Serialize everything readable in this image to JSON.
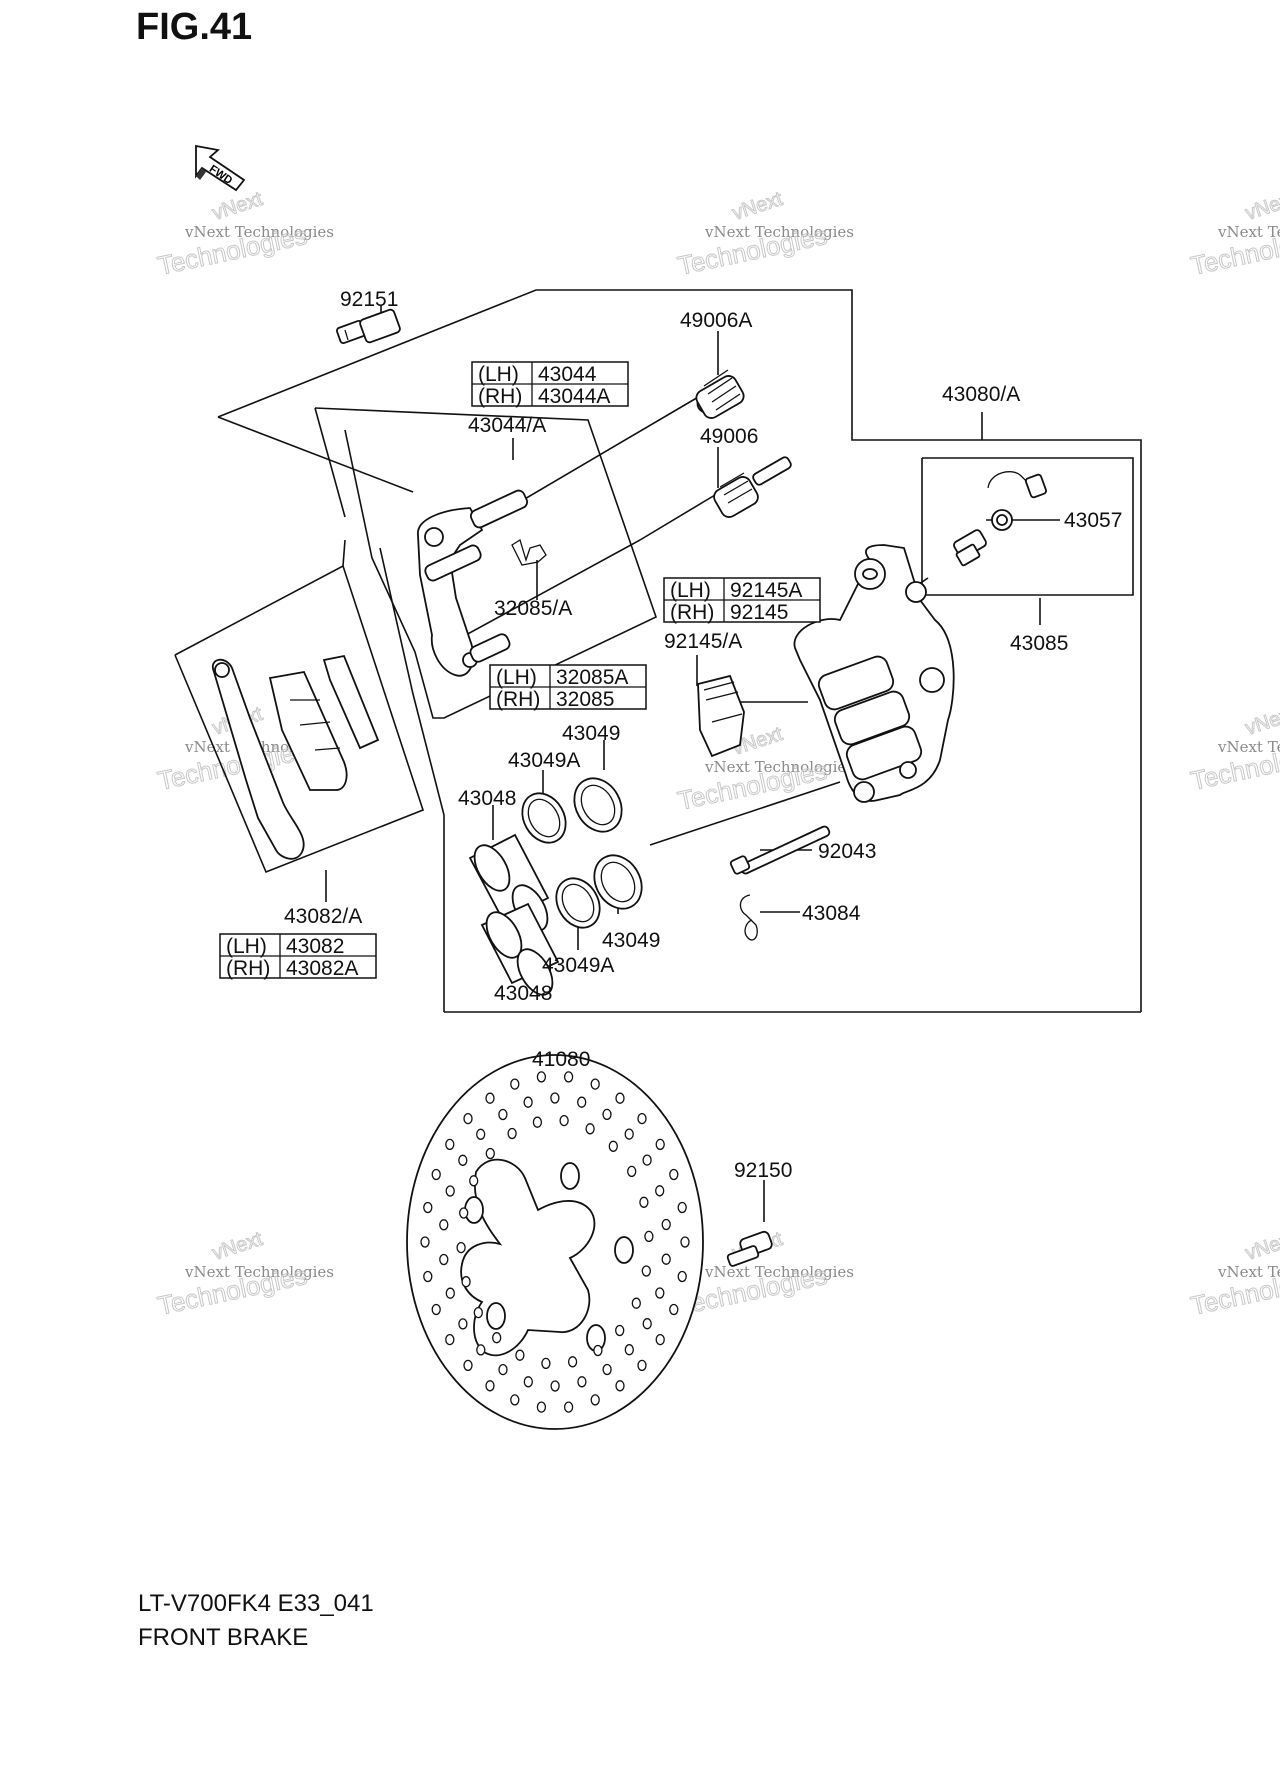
{
  "figure": {
    "title": "FIG.41",
    "model_code": "LT-V700FK4 E33_041",
    "caption": "FRONT BRAKE",
    "direction_label": "FWD"
  },
  "watermark": {
    "line1": "vNext Technologies",
    "line2": "Technologies",
    "line3": "vNext"
  },
  "parts": {
    "p92151": "92151",
    "p49006A": "49006A",
    "p49006": "49006",
    "p43080A": "43080/A",
    "p43044A": "43044/A",
    "p43057": "43057",
    "p32085A": "32085/A",
    "p43085": "43085",
    "p92145A": "92145/A",
    "p43049_top": "43049",
    "p43049A_top": "43049A",
    "p43048_top": "43048",
    "p92043": "92043",
    "p43084": "43084",
    "p43049_bottom": "43049",
    "p43049A_bottom": "43049A",
    "p43048_bottom": "43048",
    "p43082A": "43082/A",
    "p41080": "41080",
    "p92150": "92150"
  },
  "variant_tables": {
    "t43044": [
      {
        "side": "(LH)",
        "part": "43044"
      },
      {
        "side": "(RH)",
        "part": "43044A"
      }
    ],
    "t92145": [
      {
        "side": "(LH)",
        "part": "92145A"
      },
      {
        "side": "(RH)",
        "part": "92145"
      }
    ],
    "t32085": [
      {
        "side": "(LH)",
        "part": "32085A"
      },
      {
        "side": "(RH)",
        "part": "32085"
      }
    ],
    "t43082": [
      {
        "side": "(LH)",
        "part": "43082"
      },
      {
        "side": "(RH)",
        "part": "43082A"
      }
    ]
  }
}
